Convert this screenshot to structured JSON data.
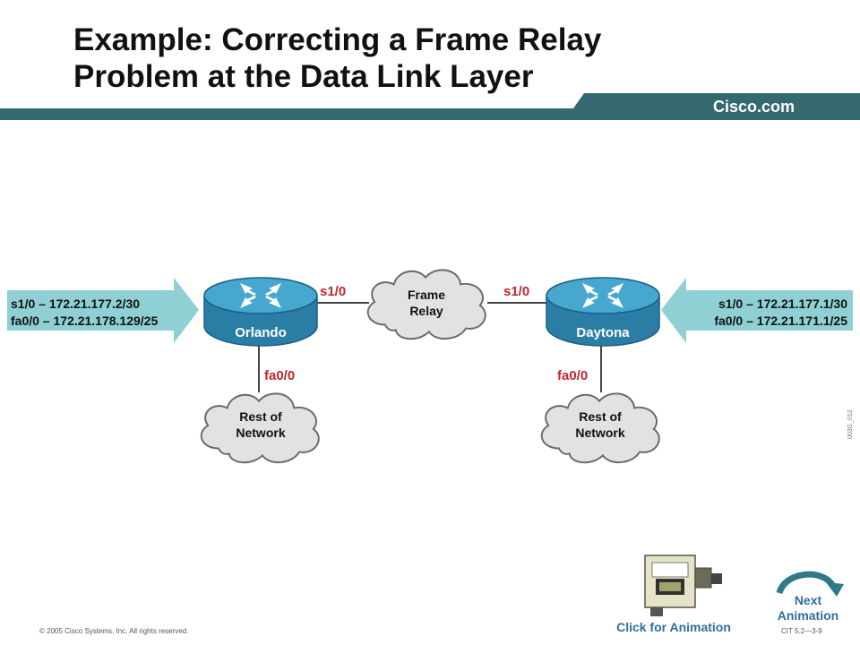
{
  "header": {
    "title_line1": "Example: Correcting a Frame Relay",
    "title_line2": "Problem at the Data Link Layer",
    "brand": "Cisco.com"
  },
  "diagram": {
    "left_info": {
      "line1": "s1/0 – 172.21.177.2/30",
      "line2": "fa0/0 – 172.21.178.129/25"
    },
    "right_info": {
      "line1": "s1/0 – 172.21.177.1/30",
      "line2": "fa0/0 – 172.21.171.1/25"
    },
    "router_left": {
      "name": "Orlando",
      "serial": "s1/0",
      "fast": "fa0/0"
    },
    "router_right": {
      "name": "Daytona",
      "serial": "s1/0",
      "fast": "fa0/0"
    },
    "cloud_center": {
      "line1": "Frame",
      "line2": "Relay"
    },
    "cloud_left": {
      "line1": "Rest of",
      "line2": "Network"
    },
    "cloud_right": {
      "line1": "Rest of",
      "line2": "Network"
    }
  },
  "controls": {
    "click_animation": "Click for Animation",
    "next_line1": "Next",
    "next_line2": "Animation"
  },
  "footer": {
    "copyright": "© 2005 Cisco Systems, Inc. All rights reserved.",
    "course_code": "CIT 5.2—3-9",
    "figure_id": "003G_012"
  },
  "colors": {
    "header_bar": "#33696f",
    "router_blue": "#2e8ab0",
    "arrow_fill": "#8fd0d5",
    "cloud_fill": "#e2e2e2",
    "link_text": "#2e6f9a"
  }
}
